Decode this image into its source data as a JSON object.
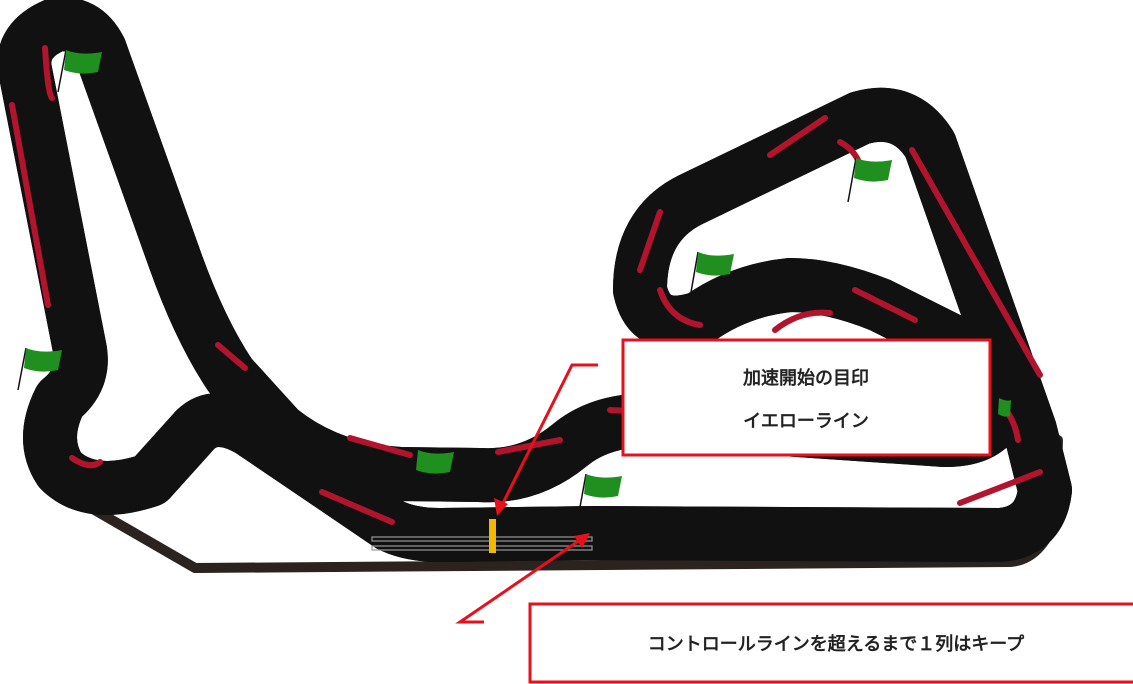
{
  "callouts": {
    "yellow_line": {
      "line1": "加速開始の目印",
      "line2": "イエローライン"
    },
    "control_line": {
      "text": "コントロールラインを超えるまで１列はキープ"
    }
  },
  "pit_straight": {
    "arrow": "→"
  },
  "flags": {
    "count": 8
  },
  "colors": {
    "track_outline": "#111111",
    "track_surface": "#ffffff",
    "curb": "#b3142d",
    "flag": "#1f8f1f",
    "yellow_line": "#f5b800",
    "callout_red": "#e8101a",
    "shadow": "#2a2320"
  }
}
